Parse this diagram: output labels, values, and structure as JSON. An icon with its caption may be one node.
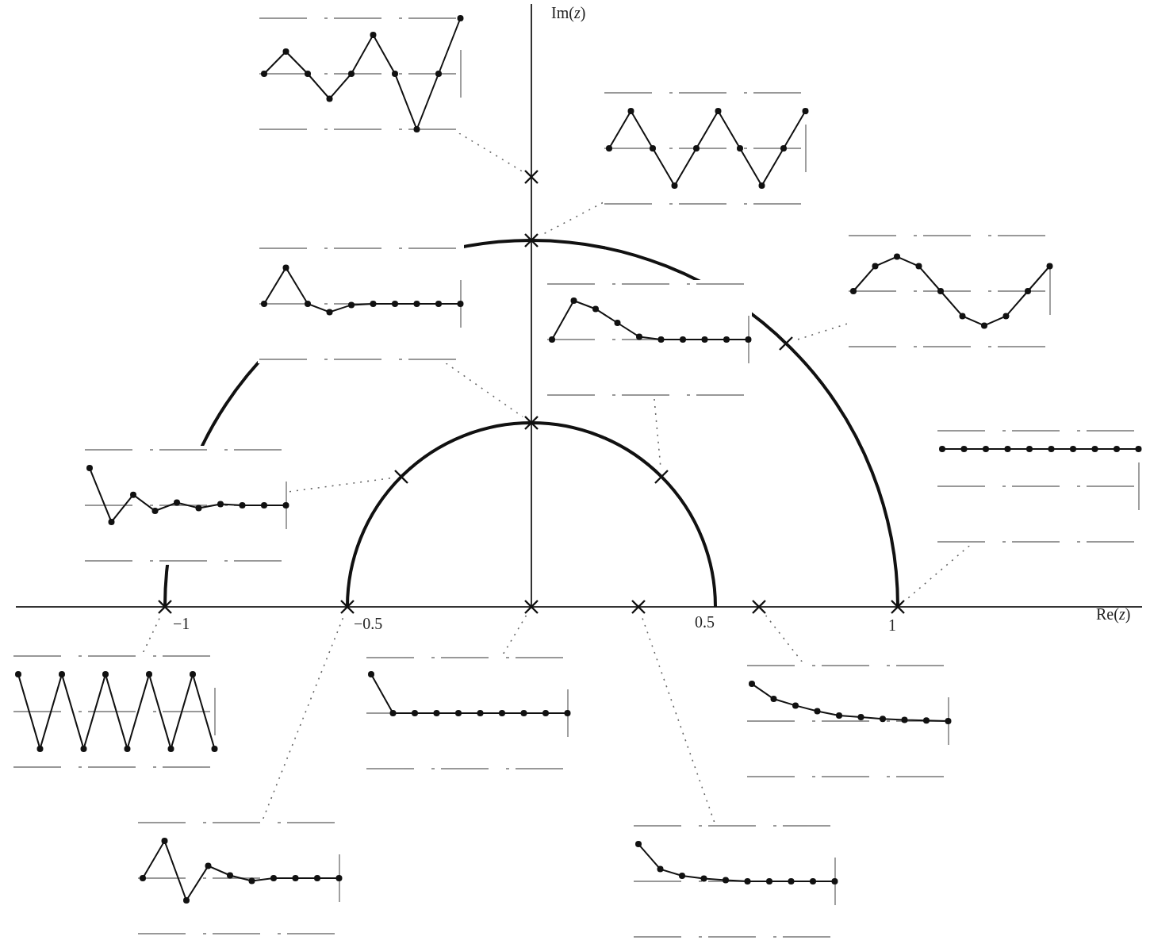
{
  "diagram": {
    "nodes": [
      {
        "text": [],
        "shape": "picture"
      },
      {
        "text": [],
        "shape": "picture"
      },
      {
        "text": [],
        "shape": "picture"
      },
      {
        "text": [],
        "shape": "picture"
      },
      {
        "text": [],
        "shape": "picture"
      },
      {
        "text": [],
        "shape": "picture"
      },
      {
        "text": [],
        "shape": "picture"
      },
      {
        "text": [],
        "shape": "picture"
      },
      {
        "text": [],
        "shape": "picture"
      },
      {
        "text": [],
        "shape": "picture"
      },
      {
        "text": [],
        "shape": "picture"
      },
      {
        "text": [],
        "shape": "picture"
      },
      {
        "text": [],
        "shape": "cross"
      },
      {
        "text": [],
        "shape": "cross"
      },
      {
        "text": [],
        "shape": "cross"
      },
      {
        "text": [],
        "shape": "cross"
      },
      {
        "text": [],
        "shape": "cross"
      },
      {
        "text": [],
        "shape": "cross"
      },
      {
        "text": [],
        "shape": "cross"
      },
      {
        "text": [],
        "shape": "cross"
      },
      {
        "text": [],
        "shape": "cross"
      },
      {
        "text": [],
        "shape": "cross"
      },
      {
        "text": [],
        "shape": "cross"
      },
      {
        "text": [],
        "shape": "cross"
      }
    ],
    "edges": [
      {
        "from": 0,
        "to": 12,
        "arrow": "none"
      },
      {
        "from": 1,
        "to": 13,
        "arrow": "none"
      },
      {
        "from": 2,
        "to": 15,
        "arrow": "none"
      },
      {
        "from": 3,
        "to": 17,
        "arrow": "none"
      },
      {
        "from": 4,
        "to": 14,
        "arrow": "none"
      },
      {
        "from": 5,
        "to": 16,
        "arrow": "none"
      },
      {
        "from": 6,
        "to": 23,
        "arrow": "none"
      },
      {
        "from": 7,
        "to": 18,
        "arrow": "none"
      },
      {
        "from": 8,
        "to": 19,
        "arrow": "none"
      },
      {
        "from": 9,
        "to": 20,
        "arrow": "none"
      },
      {
        "from": 10,
        "to": 22,
        "arrow": "none"
      },
      {
        "from": 11,
        "to": 21,
        "arrow": "none"
      }
    ],
    "labels": [
      "Im(*z*)",
      "Re(*z*)",
      "−1",
      "−0.5",
      "0.5",
      "1"
    ]
  }
}
